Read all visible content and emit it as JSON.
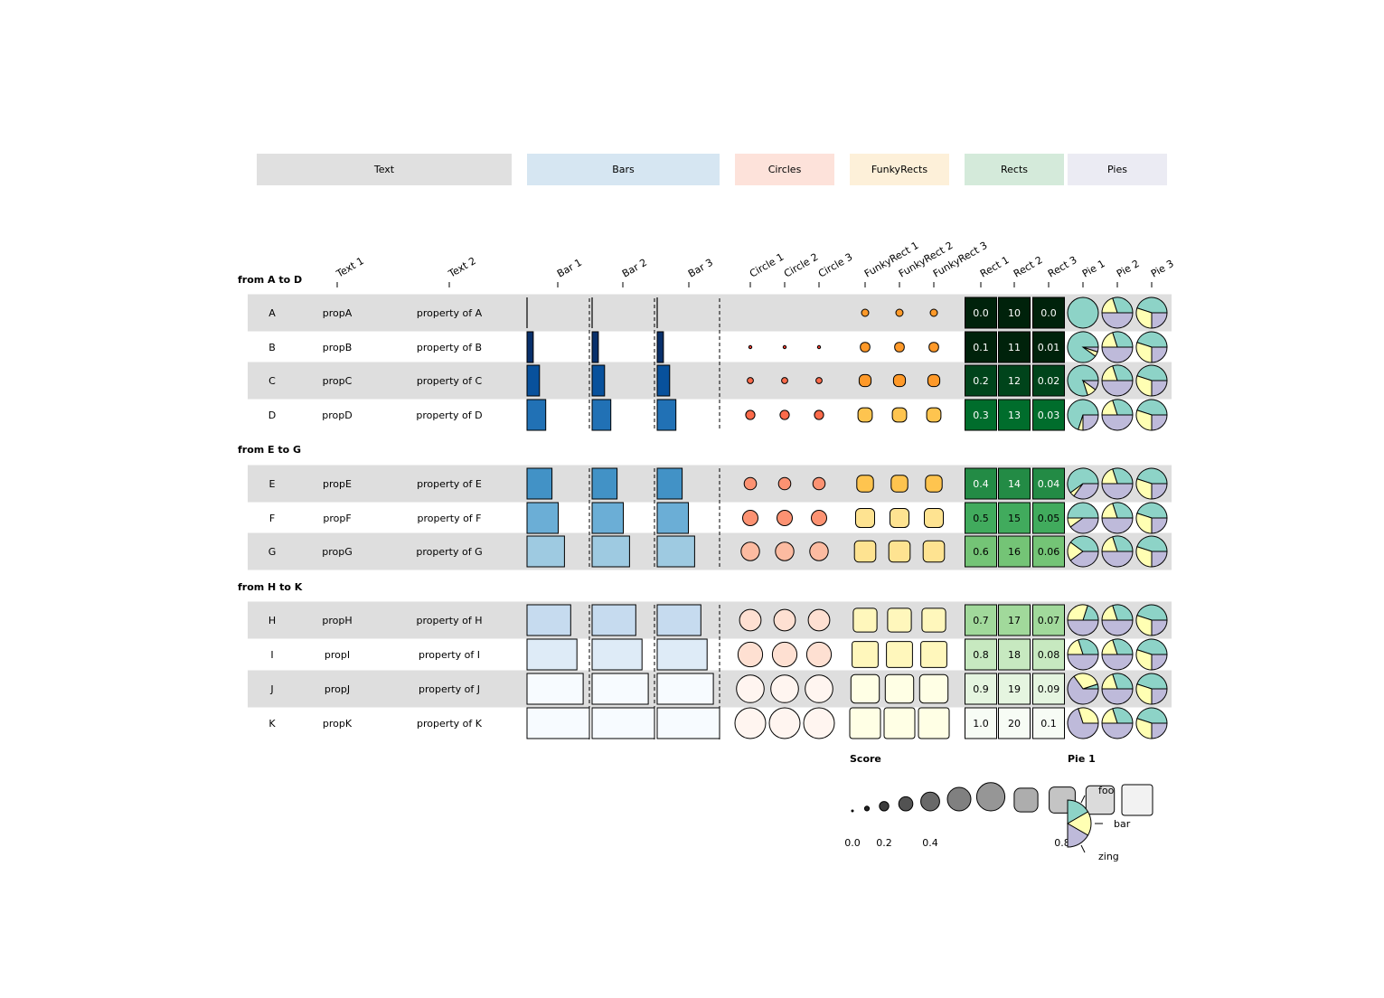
{
  "chart_data": {
    "type": "table",
    "column_groups": [
      {
        "name": "Text",
        "color": "#e0e0e0",
        "span": [
          0,
          1
        ]
      },
      {
        "name": "Bars",
        "color": "#d6e6f2",
        "span": [
          2,
          4
        ]
      },
      {
        "name": "Circles",
        "color": "#fde2da",
        "span": [
          5,
          7
        ]
      },
      {
        "name": "FunkyRects",
        "color": "#fdf0d9",
        "span": [
          8,
          10
        ]
      },
      {
        "name": "Rects",
        "color": "#d4eada",
        "span": [
          11,
          13
        ]
      },
      {
        "name": "Pies",
        "color": "#ebebf3",
        "span": [
          14,
          16
        ]
      }
    ],
    "columns": [
      "Text 1",
      "Text 2",
      "Bar 1",
      "Bar 2",
      "Bar 3",
      "Circle 1",
      "Circle 2",
      "Circle 3",
      "FunkyRect 1",
      "FunkyRect 2",
      "FunkyRect 3",
      "Rect 1",
      "Rect 2",
      "Rect 3",
      "Pie 1",
      "Pie 2",
      "Pie 3"
    ],
    "groups": [
      {
        "title": "from A to D",
        "rows": [
          "A",
          "B",
          "C",
          "D"
        ]
      },
      {
        "title": "from E to G",
        "rows": [
          "E",
          "F",
          "G"
        ]
      },
      {
        "title": "from H to K",
        "rows": [
          "H",
          "I",
          "J",
          "K"
        ]
      }
    ],
    "rows": [
      {
        "id": "A",
        "text1": "propA",
        "text2": "property of A",
        "score": 0.0,
        "rect1": "0.0",
        "rect2": "10",
        "rect3": "0.0",
        "pie1": [
          1.0,
          0.0,
          0.0
        ]
      },
      {
        "id": "B",
        "text1": "propB",
        "text2": "property of B",
        "score": 0.1,
        "rect1": "0.1",
        "rect2": "11",
        "rect3": "0.01",
        "pie1": [
          0.9,
          0.05,
          0.05
        ]
      },
      {
        "id": "C",
        "text1": "propC",
        "text2": "property of C",
        "score": 0.2,
        "rect1": "0.2",
        "rect2": "12",
        "rect3": "0.02",
        "pie1": [
          0.8,
          0.1,
          0.1
        ]
      },
      {
        "id": "D",
        "text1": "propD",
        "text2": "property of D",
        "score": 0.3,
        "rect1": "0.3",
        "rect2": "13",
        "rect3": "0.03",
        "pie1": [
          0.7,
          0.05,
          0.25
        ]
      },
      {
        "id": "E",
        "text1": "propE",
        "text2": "property of E",
        "score": 0.4,
        "rect1": "0.4",
        "rect2": "14",
        "rect3": "0.04",
        "pie1": [
          0.6,
          0.05,
          0.35
        ]
      },
      {
        "id": "F",
        "text1": "propF",
        "text2": "property of F",
        "score": 0.5,
        "rect1": "0.5",
        "rect2": "15",
        "rect3": "0.05",
        "pie1": [
          0.5,
          0.1,
          0.4
        ]
      },
      {
        "id": "G",
        "text1": "propG",
        "text2": "property of G",
        "score": 0.6,
        "rect1": "0.6",
        "rect2": "16",
        "rect3": "0.06",
        "pie1": [
          0.4,
          0.2,
          0.4
        ]
      },
      {
        "id": "H",
        "text1": "propH",
        "text2": "property of H",
        "score": 0.7,
        "rect1": "0.7",
        "rect2": "17",
        "rect3": "0.07",
        "pie1": [
          0.2,
          0.3,
          0.5
        ]
      },
      {
        "id": "I",
        "text1": "propI",
        "text2": "property of I",
        "score": 0.8,
        "rect1": "0.8",
        "rect2": "18",
        "rect3": "0.08",
        "pie1": [
          0.3,
          0.2,
          0.5
        ]
      },
      {
        "id": "J",
        "text1": "propJ",
        "text2": "property of J",
        "score": 0.9,
        "rect1": "0.9",
        "rect2": "19",
        "rect3": "0.09",
        "pie1": [
          0.05,
          0.3,
          0.65
        ]
      },
      {
        "id": "K",
        "text1": "propK",
        "text2": "property of K",
        "score": 1.0,
        "rect1": "1.0",
        "rect2": "20",
        "rect3": "0.1",
        "pie1": [
          0.0,
          0.3,
          0.7
        ]
      }
    ],
    "pie_fixed": {
      "Pie 2": [
        0.3,
        0.2,
        0.5
      ],
      "Pie 3": [
        0.45,
        0.3,
        0.25
      ]
    },
    "colors": {
      "bars_cmap": [
        "#08306b",
        "#08519c",
        "#2171b5",
        "#4292c6",
        "#6baed6",
        "#9ecae1",
        "#c6dbef",
        "#deebf7",
        "#f7fbff"
      ],
      "circles_cmap": [
        "#ef3b2c",
        "#fb6a4a",
        "#fc9272",
        "#fcbba1",
        "#fee0d2",
        "#fff5f0"
      ],
      "funky_cmap": [
        "#fe9929",
        "#fec44f",
        "#fee391",
        "#fff7bc",
        "#ffffe5"
      ],
      "rects_cmap": [
        "#00220b",
        "#00441b",
        "#006d2c",
        "#238b45",
        "#41ab5d",
        "#74c476",
        "#a1d99b",
        "#c7e9c0",
        "#e5f5e0",
        "#f7fcf5"
      ],
      "pie_slices": [
        "#8dd3c7",
        "#ffffb3",
        "#bebada"
      ]
    },
    "legend_score": {
      "title": "Score",
      "ticks": [
        "0.0",
        "0.2",
        "0.4",
        "0.8"
      ],
      "tick_values": [
        0.0,
        0.2,
        0.4,
        0.8
      ],
      "values": [
        0.0,
        0.1,
        0.2,
        0.3,
        0.4,
        0.5,
        0.6,
        0.7,
        0.8,
        0.9,
        1.0
      ]
    },
    "legend_pie": {
      "title": "Pie 1",
      "labels": [
        "foo",
        "bar",
        "zing"
      ],
      "values": [
        0.33,
        0.33,
        0.34
      ]
    }
  }
}
